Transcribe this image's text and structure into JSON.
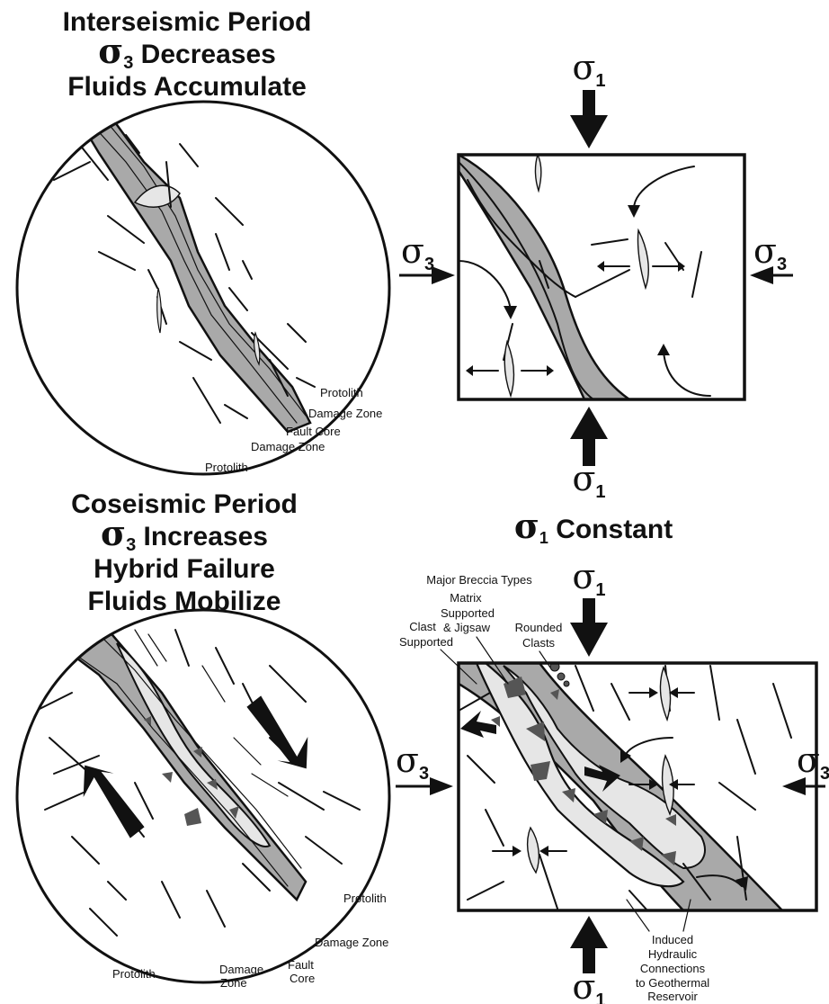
{
  "sigma_symbol": "σ",
  "top": {
    "title_line1": "Interseismic Period",
    "title_line2_sub": "3",
    "title_line2_rest": " Decreases",
    "title_line3": "Fluids Accumulate",
    "zone_labels": {
      "protolith_upper": "Protolith",
      "damage_zone_upper": "Damage Zone",
      "fault_core": "Fault Core",
      "damage_zone_lower": "Damage Zone",
      "protolith_lower": "Protolith"
    },
    "stress_labels": {
      "top_sub": "1",
      "bottom_sub": "1",
      "left_sub": "3",
      "right_sub": "3"
    }
  },
  "middle": {
    "constant_sub": "1",
    "constant_text": " Constant"
  },
  "bottom": {
    "title_line1": "Coseismic Period",
    "title_line2_sub": "3",
    "title_line2_rest": " Increases",
    "title_line3": "Hybrid Failure",
    "title_line4": "Fluids Mobilize",
    "zone_labels": {
      "protolith_right": "Protolith",
      "damage_zone_right": "Damage Zone",
      "fault_core_line1": "Fault",
      "fault_core_line2": "Core",
      "damage_zone_line1": "Damage",
      "damage_zone_line2": "Zone",
      "protolith_left": "Protolith"
    },
    "breccia": {
      "header": "Major Breccia Types",
      "matrix_line1": "Matrix",
      "matrix_line2": "Supported",
      "matrix_line3": "& Jigsaw",
      "clast_line1": "Clast",
      "clast_line2": "Supported",
      "rounded_line1": "Rounded",
      "rounded_line2": "Clasts"
    },
    "induced": {
      "line1": "Induced",
      "line2": "Hydraulic",
      "line3": "Connections",
      "line4": "to Geothermal",
      "line5": "Reservoir"
    },
    "stress_labels": {
      "top_sub": "1",
      "bottom_sub": "1",
      "left_sub": "3",
      "right_sub": "3"
    }
  },
  "colors": {
    "fault_gray": "#a9a9a9",
    "breccia_light": "#e6e6e6",
    "clast_dark": "#555555",
    "ink": "#111111"
  }
}
